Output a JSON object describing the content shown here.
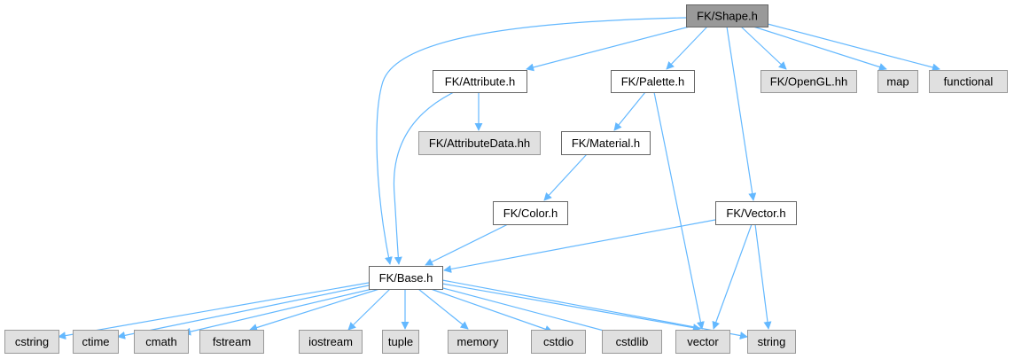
{
  "diagram": {
    "type": "include-dependency-graph",
    "colors": {
      "edge": "#63b8ff",
      "root_fill": "#999999",
      "root_stroke": "#666666",
      "doc_fill": "#ffffff",
      "doc_stroke": "#666666",
      "ext_fill": "#e0e0e0",
      "ext_stroke": "#999999"
    },
    "nodes": [
      {
        "id": "shape",
        "label": "FK/Shape.h",
        "kind": "root"
      },
      {
        "id": "attribute",
        "label": "FK/Attribute.h",
        "kind": "documented"
      },
      {
        "id": "palette",
        "label": "FK/Palette.h",
        "kind": "documented"
      },
      {
        "id": "opengl",
        "label": "FK/OpenGL.hh",
        "kind": "external"
      },
      {
        "id": "map",
        "label": "map",
        "kind": "external"
      },
      {
        "id": "functional",
        "label": "functional",
        "kind": "external"
      },
      {
        "id": "attributedata",
        "label": "FK/AttributeData.hh",
        "kind": "external"
      },
      {
        "id": "material",
        "label": "FK/Material.h",
        "kind": "documented"
      },
      {
        "id": "color",
        "label": "FK/Color.h",
        "kind": "documented"
      },
      {
        "id": "vectorh",
        "label": "FK/Vector.h",
        "kind": "documented"
      },
      {
        "id": "base",
        "label": "FK/Base.h",
        "kind": "documented"
      },
      {
        "id": "cstring",
        "label": "cstring",
        "kind": "external"
      },
      {
        "id": "ctime",
        "label": "ctime",
        "kind": "external"
      },
      {
        "id": "cmath",
        "label": "cmath",
        "kind": "external"
      },
      {
        "id": "fstream",
        "label": "fstream",
        "kind": "external"
      },
      {
        "id": "iostream",
        "label": "iostream",
        "kind": "external"
      },
      {
        "id": "tuple",
        "label": "tuple",
        "kind": "external"
      },
      {
        "id": "memory",
        "label": "memory",
        "kind": "external"
      },
      {
        "id": "cstdio",
        "label": "cstdio",
        "kind": "external"
      },
      {
        "id": "cstdlib",
        "label": "cstdlib",
        "kind": "external"
      },
      {
        "id": "vector",
        "label": "vector",
        "kind": "external"
      },
      {
        "id": "string",
        "label": "string",
        "kind": "external"
      }
    ],
    "edges": [
      {
        "from": "shape",
        "to": "base"
      },
      {
        "from": "shape",
        "to": "attribute"
      },
      {
        "from": "shape",
        "to": "palette"
      },
      {
        "from": "shape",
        "to": "vectorh"
      },
      {
        "from": "shape",
        "to": "opengl"
      },
      {
        "from": "shape",
        "to": "map"
      },
      {
        "from": "shape",
        "to": "functional"
      },
      {
        "from": "attribute",
        "to": "base"
      },
      {
        "from": "attribute",
        "to": "attributedata"
      },
      {
        "from": "palette",
        "to": "material"
      },
      {
        "from": "palette",
        "to": "vector"
      },
      {
        "from": "material",
        "to": "color"
      },
      {
        "from": "color",
        "to": "base"
      },
      {
        "from": "vectorh",
        "to": "base"
      },
      {
        "from": "vectorh",
        "to": "vector"
      },
      {
        "from": "vectorh",
        "to": "string"
      },
      {
        "from": "base",
        "to": "cstring"
      },
      {
        "from": "base",
        "to": "ctime"
      },
      {
        "from": "base",
        "to": "cmath"
      },
      {
        "from": "base",
        "to": "fstream"
      },
      {
        "from": "base",
        "to": "iostream"
      },
      {
        "from": "base",
        "to": "tuple"
      },
      {
        "from": "base",
        "to": "memory"
      },
      {
        "from": "base",
        "to": "cstdio"
      },
      {
        "from": "base",
        "to": "cstdlib"
      },
      {
        "from": "base",
        "to": "vector"
      },
      {
        "from": "base",
        "to": "string"
      }
    ]
  }
}
